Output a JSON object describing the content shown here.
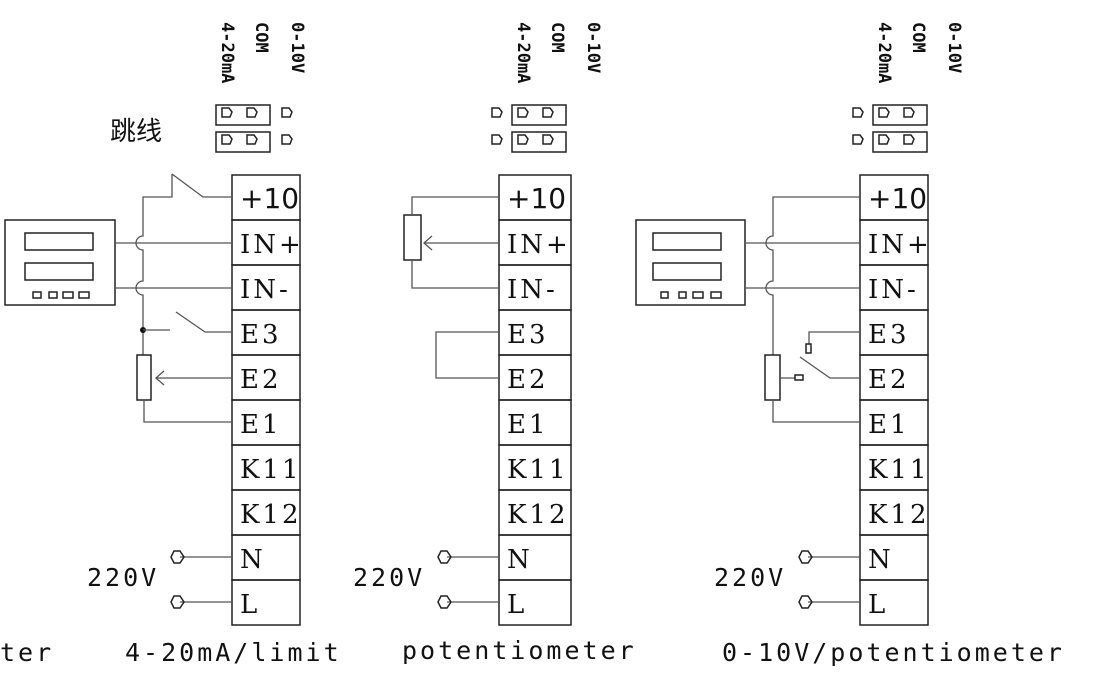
{
  "jumper_label": "跳线",
  "jumper_positions": [
    "0-10V",
    "COM",
    "4-20mA"
  ],
  "terminals": [
    "+10",
    "IN+",
    "IN-",
    "E3",
    "E2",
    "E1",
    "K11",
    "K12",
    "N",
    "L"
  ],
  "supply_label": "220V",
  "diagrams": [
    {
      "caption": "4-20mA/limit"
    },
    {
      "caption": "potentiometer"
    },
    {
      "caption": "0-10V/potentiometer"
    }
  ],
  "partial_caption": "ter"
}
